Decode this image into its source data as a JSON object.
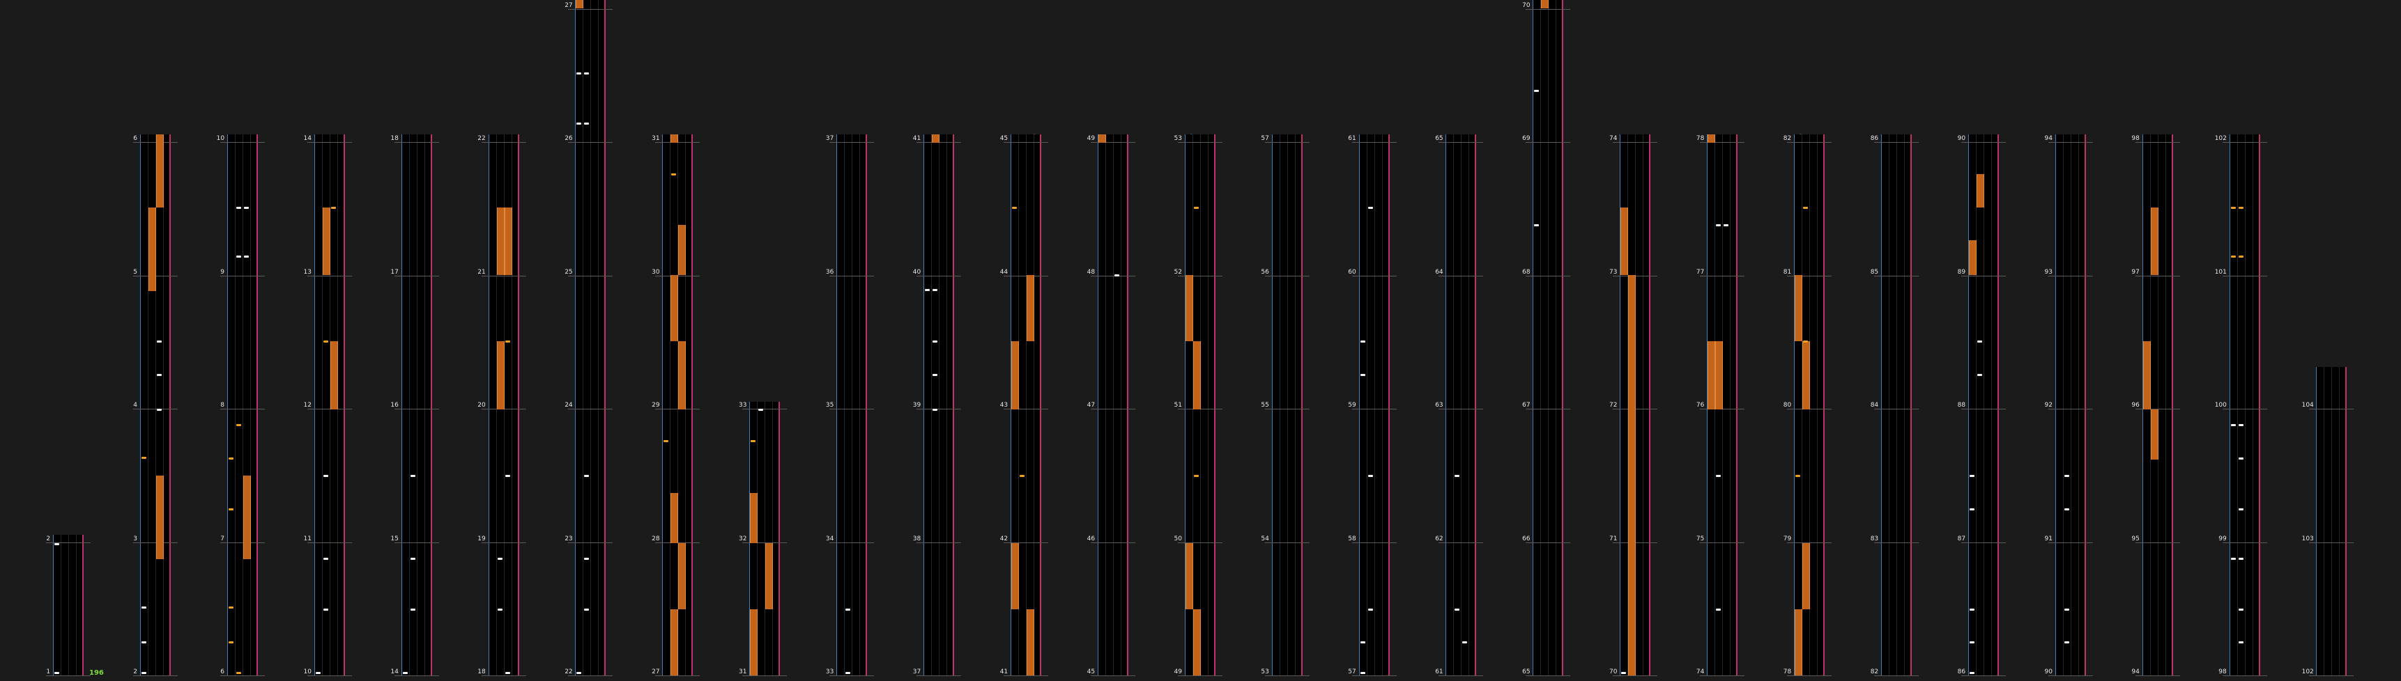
{
  "fps_counter": "196",
  "measure_labels": [
    {
      "label": "1",
      "col": 0,
      "row": 0
    },
    {
      "label": "2",
      "col": 0,
      "row": 1
    },
    {
      "label": "2",
      "col": 1,
      "row": 0
    },
    {
      "label": "3",
      "col": 1,
      "row": 1
    },
    {
      "label": "4",
      "col": 1,
      "row": 2
    },
    {
      "label": "5",
      "col": 1,
      "row": 3
    },
    {
      "label": "6",
      "col": 1,
      "row": 4
    },
    {
      "label": "6",
      "col": 2,
      "row": 0
    },
    {
      "label": "7",
      "col": 2,
      "row": 1
    },
    {
      "label": "8",
      "col": 2,
      "row": 2
    },
    {
      "label": "9",
      "col": 2,
      "row": 3
    },
    {
      "label": "10",
      "col": 2,
      "row": 4
    },
    {
      "label": "10",
      "col": 3,
      "row": 0
    },
    {
      "label": "11",
      "col": 3,
      "row": 1
    },
    {
      "label": "12",
      "col": 3,
      "row": 2
    },
    {
      "label": "13",
      "col": 3,
      "row": 3
    },
    {
      "label": "14",
      "col": 3,
      "row": 4
    },
    {
      "label": "14",
      "col": 4,
      "row": 0
    },
    {
      "label": "15",
      "col": 4,
      "row": 1
    },
    {
      "label": "16",
      "col": 4,
      "row": 2
    },
    {
      "label": "17",
      "col": 4,
      "row": 3
    },
    {
      "label": "18",
      "col": 4,
      "row": 4
    },
    {
      "label": "18",
      "col": 5,
      "row": 0
    },
    {
      "label": "19",
      "col": 5,
      "row": 1
    },
    {
      "label": "20",
      "col": 5,
      "row": 2
    },
    {
      "label": "21",
      "col": 5,
      "row": 3
    },
    {
      "label": "22",
      "col": 5,
      "row": 4
    },
    {
      "label": "22",
      "col": 6,
      "row": 0
    },
    {
      "label": "23",
      "col": 6,
      "row": 1
    },
    {
      "label": "24",
      "col": 6,
      "row": 2
    },
    {
      "label": "25",
      "col": 6,
      "row": 3
    },
    {
      "label": "26",
      "col": 6,
      "row": 4
    },
    {
      "label": "27",
      "col": 6,
      "row": 5
    },
    {
      "label": "27",
      "col": 7,
      "row": 0
    },
    {
      "label": "28",
      "col": 7,
      "row": 1
    },
    {
      "label": "29",
      "col": 7,
      "row": 2
    },
    {
      "label": "30",
      "col": 7,
      "row": 3
    },
    {
      "label": "31",
      "col": 7,
      "row": 4
    },
    {
      "label": "31",
      "col": 8,
      "row": 0
    },
    {
      "label": "32",
      "col": 8,
      "row": 1
    },
    {
      "label": "33",
      "col": 8,
      "row": 2
    },
    {
      "label": "33",
      "col": 9,
      "row": 0
    },
    {
      "label": "34",
      "col": 9,
      "row": 1
    },
    {
      "label": "35",
      "col": 9,
      "row": 2
    },
    {
      "label": "36",
      "col": 9,
      "row": 3
    },
    {
      "label": "37",
      "col": 9,
      "row": 4
    },
    {
      "label": "37",
      "col": 10,
      "row": 0
    },
    {
      "label": "38",
      "col": 10,
      "row": 1
    },
    {
      "label": "39",
      "col": 10,
      "row": 2
    },
    {
      "label": "40",
      "col": 10,
      "row": 3
    },
    {
      "label": "41",
      "col": 10,
      "row": 4
    },
    {
      "label": "41",
      "col": 11,
      "row": 0
    },
    {
      "label": "42",
      "col": 11,
      "row": 1
    },
    {
      "label": "43",
      "col": 11,
      "row": 2
    },
    {
      "label": "44",
      "col": 11,
      "row": 3
    },
    {
      "label": "45",
      "col": 11,
      "row": 4
    },
    {
      "label": "45",
      "col": 12,
      "row": 0
    },
    {
      "label": "46",
      "col": 12,
      "row": 1
    },
    {
      "label": "47",
      "col": 12,
      "row": 2
    },
    {
      "label": "48",
      "col": 12,
      "row": 3
    },
    {
      "label": "49",
      "col": 12,
      "row": 4
    },
    {
      "label": "49",
      "col": 13,
      "row": 0
    },
    {
      "label": "50",
      "col": 13,
      "row": 1
    },
    {
      "label": "51",
      "col": 13,
      "row": 2
    },
    {
      "label": "52",
      "col": 13,
      "row": 3
    },
    {
      "label": "53",
      "col": 13,
      "row": 4
    },
    {
      "label": "53",
      "col": 14,
      "row": 0
    },
    {
      "label": "54",
      "col": 14,
      "row": 1
    },
    {
      "label": "55",
      "col": 14,
      "row": 2
    },
    {
      "label": "56",
      "col": 14,
      "row": 3
    },
    {
      "label": "57",
      "col": 14,
      "row": 4
    },
    {
      "label": "57",
      "col": 15,
      "row": 0
    },
    {
      "label": "58",
      "col": 15,
      "row": 1
    },
    {
      "label": "59",
      "col": 15,
      "row": 2
    },
    {
      "label": "60",
      "col": 15,
      "row": 3
    },
    {
      "label": "61",
      "col": 15,
      "row": 4
    },
    {
      "label": "61",
      "col": 16,
      "row": 0
    },
    {
      "label": "62",
      "col": 16,
      "row": 1
    },
    {
      "label": "63",
      "col": 16,
      "row": 2
    },
    {
      "label": "64",
      "col": 16,
      "row": 3
    },
    {
      "label": "65",
      "col": 16,
      "row": 4
    },
    {
      "label": "65",
      "col": 17,
      "row": 0
    },
    {
      "label": "66",
      "col": 17,
      "row": 1
    },
    {
      "label": "67",
      "col": 17,
      "row": 2
    },
    {
      "label": "68",
      "col": 17,
      "row": 3
    },
    {
      "label": "69",
      "col": 17,
      "row": 4
    },
    {
      "label": "70",
      "col": 17,
      "row": 5
    },
    {
      "label": "70",
      "col": 18,
      "row": 0
    },
    {
      "label": "71",
      "col": 18,
      "row": 1
    },
    {
      "label": "72",
      "col": 18,
      "row": 2
    },
    {
      "label": "73",
      "col": 18,
      "row": 3
    },
    {
      "label": "74",
      "col": 18,
      "row": 4
    },
    {
      "label": "74",
      "col": 19,
      "row": 0
    },
    {
      "label": "75",
      "col": 19,
      "row": 1
    },
    {
      "label": "76",
      "col": 19,
      "row": 2
    },
    {
      "label": "77",
      "col": 19,
      "row": 3
    },
    {
      "label": "78",
      "col": 19,
      "row": 4
    },
    {
      "label": "78",
      "col": 20,
      "row": 0
    },
    {
      "label": "79",
      "col": 20,
      "row": 1
    },
    {
      "label": "80",
      "col": 20,
      "row": 2
    },
    {
      "label": "81",
      "col": 20,
      "row": 3
    },
    {
      "label": "82",
      "col": 20,
      "row": 4
    },
    {
      "label": "82",
      "col": 21,
      "row": 0
    },
    {
      "label": "83",
      "col": 21,
      "row": 1
    },
    {
      "label": "84",
      "col": 21,
      "row": 2
    },
    {
      "label": "85",
      "col": 21,
      "row": 3
    },
    {
      "label": "86",
      "col": 21,
      "row": 4
    },
    {
      "label": "86",
      "col": 22,
      "row": 0
    },
    {
      "label": "87",
      "col": 22,
      "row": 1
    },
    {
      "label": "88",
      "col": 22,
      "row": 2
    },
    {
      "label": "89",
      "col": 22,
      "row": 3
    },
    {
      "label": "90",
      "col": 22,
      "row": 4
    },
    {
      "label": "90",
      "col": 23,
      "row": 0
    },
    {
      "label": "91",
      "col": 23,
      "row": 1
    },
    {
      "label": "92",
      "col": 23,
      "row": 2
    },
    {
      "label": "93",
      "col": 23,
      "row": 3
    },
    {
      "label": "94",
      "col": 23,
      "row": 4
    },
    {
      "label": "94",
      "col": 24,
      "row": 0
    },
    {
      "label": "95",
      "col": 24,
      "row": 1
    },
    {
      "label": "96",
      "col": 24,
      "row": 2
    },
    {
      "label": "97",
      "col": 24,
      "row": 3
    },
    {
      "label": "98",
      "col": 24,
      "row": 4
    },
    {
      "label": "98",
      "col": 25,
      "row": 0
    },
    {
      "label": "99",
      "col": 25,
      "row": 1
    },
    {
      "label": "100",
      "col": 25,
      "row": 2
    },
    {
      "label": "101",
      "col": 25,
      "row": 3
    },
    {
      "label": "102",
      "col": 25,
      "row": 4
    },
    {
      "label": "102",
      "col": 26,
      "row": 0
    },
    {
      "label": "103",
      "col": 26,
      "row": 1
    },
    {
      "label": "104",
      "col": 26,
      "row": 2
    }
  ],
  "colors": {
    "background": "#1b1b1b",
    "lane": "#000000",
    "hold_note": "#c4631a",
    "tap_note": "#f4f4f4",
    "tap_note_alt": "#f0a020",
    "slide_blue": "#2a6f9e",
    "slide_magenta": "#9c356f",
    "lane_left_border": "#3f7fb5",
    "lane_right_border": "#c2306e",
    "fps": "#7ddc3c"
  }
}
